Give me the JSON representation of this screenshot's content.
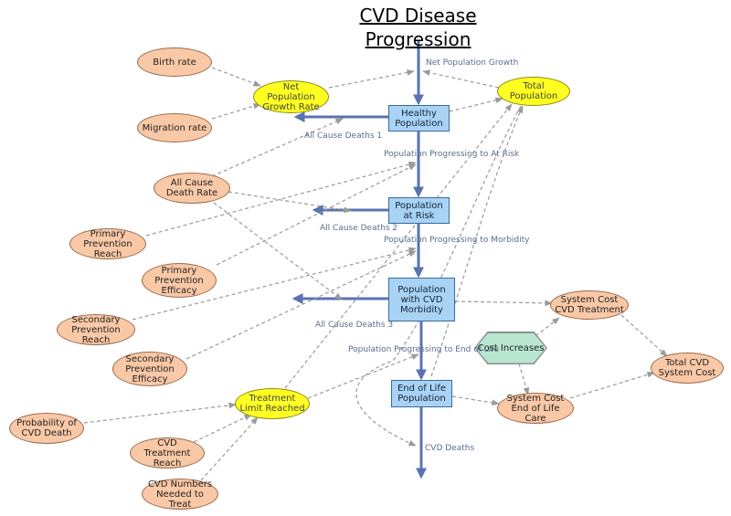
{
  "title": {
    "line1": "CVD Disease",
    "line2": "Progression"
  },
  "stocks": {
    "healthy": "Healthy Population",
    "at_risk": "Population at Risk",
    "morbidity": "Population with CVD Morbidity",
    "end_of_life": "End of Life Population"
  },
  "variables": {
    "birth_rate": "Birth rate",
    "migration_rate": "Migration rate",
    "net_growth_rate": "Net Population Growth Rate",
    "total_population": "Total Population",
    "all_cause_death_rate": "All Cause Death Rate",
    "primary_reach": "Primary Prevention Reach",
    "primary_efficacy": "Primary Prevention Efficacy",
    "secondary_reach": "Secondary Prevention Reach",
    "secondary_efficacy": "Secondary Prevention Efficacy",
    "prob_cvd_death": "Probability of CVD Death",
    "treatment_reach": "CVD Treatment Reach",
    "numbers_needed": "CVD Numbers Needed to Treat",
    "treatment_limit": "Treatment Limit Reached",
    "cost_increases": "Cost Increases",
    "cost_cvd_treatment": "System Cost CVD Treatment",
    "cost_end_of_life": "System Cost End of Life Care",
    "total_cost": "Total CVD System Cost"
  },
  "flows": {
    "net_growth": "Net Population Growth",
    "deaths1": "All Cause Deaths 1",
    "to_at_risk": "Population Progressing to At Risk",
    "deaths2": "All Cause Deaths 2",
    "to_morbidity": "Population Progressing to Morbidity",
    "deaths3": "All Cause Deaths 3",
    "to_end_of_life": "Population Progressing to End of Life",
    "cvd_deaths": "CVD Deaths"
  },
  "colors": {
    "flow": "#5a73b0",
    "link": "#9a9a9a",
    "stock_fill": "#a9d3f5",
    "aux_fill": "#f9c8a6",
    "key_fill": "#ffff22",
    "hex_fill": "#b8e6cf"
  }
}
